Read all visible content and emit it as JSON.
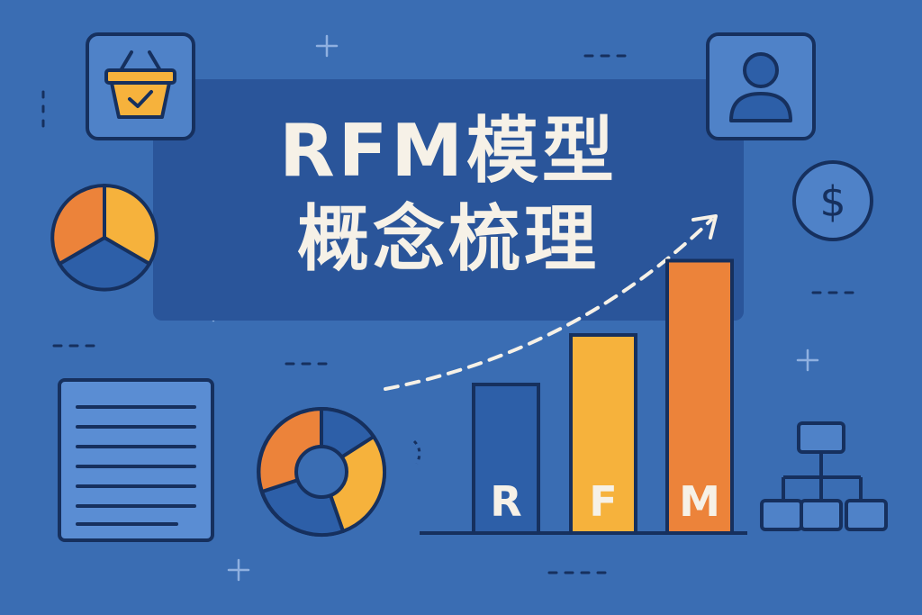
{
  "title": {
    "line1": "RFM模型",
    "line2": "概念梳理"
  },
  "chart_data": {
    "type": "bar",
    "categories": [
      "R",
      "F",
      "M"
    ],
    "values": [
      3,
      4,
      5.5
    ],
    "ylim": [
      0,
      6
    ],
    "xlabel": "",
    "ylabel": "",
    "colors": [
      "#2d5fa8",
      "#f6b23c",
      "#ec833a"
    ]
  },
  "icons": [
    "shopping-basket-icon",
    "user-icon",
    "dollar-icon",
    "pie-chart-icon",
    "document-icon",
    "donut-chart-icon",
    "hierarchy-icon",
    "trend-arrow-icon"
  ],
  "colors": {
    "background": "#3a6db3",
    "panel": "#2a559a",
    "outline": "#16305e",
    "yellow": "#f6b23c",
    "orange": "#ec833a",
    "blue": "#2d5fa8",
    "cream": "#f6f1e7"
  }
}
